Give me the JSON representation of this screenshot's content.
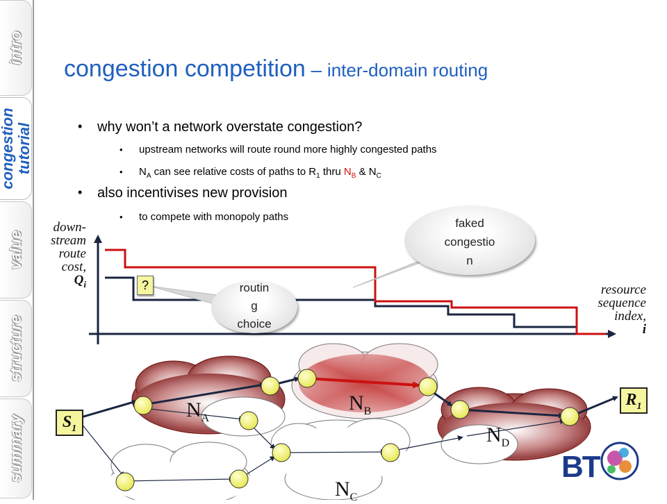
{
  "sidebar": {
    "tabs": [
      {
        "label": "intro",
        "active": false
      },
      {
        "label": "congestion tutorial",
        "line1": "congestion",
        "line2": "tutorial",
        "active": true
      },
      {
        "label": "value",
        "active": false
      },
      {
        "label": "structure",
        "active": false
      },
      {
        "label": "summary",
        "active": false
      }
    ]
  },
  "title": {
    "main": "congestion competition",
    "dash": " – ",
    "sub": "inter-domain routing"
  },
  "bullets": {
    "b1": "why won’t a network overstate congestion?",
    "b1a": "upstream networks will route round more highly congested paths",
    "b1b": {
      "pre": "N",
      "sub1": "A",
      "mid": " can see relative costs of paths to R",
      "sub2": "1",
      "thru": " thru ",
      "nb": "N",
      "nbsub": "B",
      "amp": " & N",
      "ncsub": "C"
    },
    "b2": "also incentivises new provision",
    "b2a": "to compete with monopoly paths"
  },
  "chart": {
    "ylabel": [
      "down-",
      "stream",
      "route",
      "cost,"
    ],
    "ysymbol": "Q",
    "ysub": "i",
    "xlabel": [
      "resource",
      "sequence",
      "index,"
    ],
    "xsymbol": "i",
    "colors": {
      "faked": "#cc1111",
      "true": "#1a2540"
    }
  },
  "callouts": {
    "faked": "faked congestio n",
    "faked_lines": [
      "faked",
      "congestio",
      "n"
    ],
    "routing_lines": [
      "routin",
      "g",
      "choice"
    ],
    "question": "?"
  },
  "network": {
    "source": {
      "main": "S",
      "sub": "1"
    },
    "dest": {
      "main": "R",
      "sub": "1"
    },
    "domains": [
      {
        "main": "N",
        "sub": "A"
      },
      {
        "main": "N",
        "sub": "B"
      },
      {
        "main": "N",
        "sub": "C"
      },
      {
        "main": "N",
        "sub": "D"
      }
    ]
  },
  "logo": {
    "text": "BT"
  }
}
